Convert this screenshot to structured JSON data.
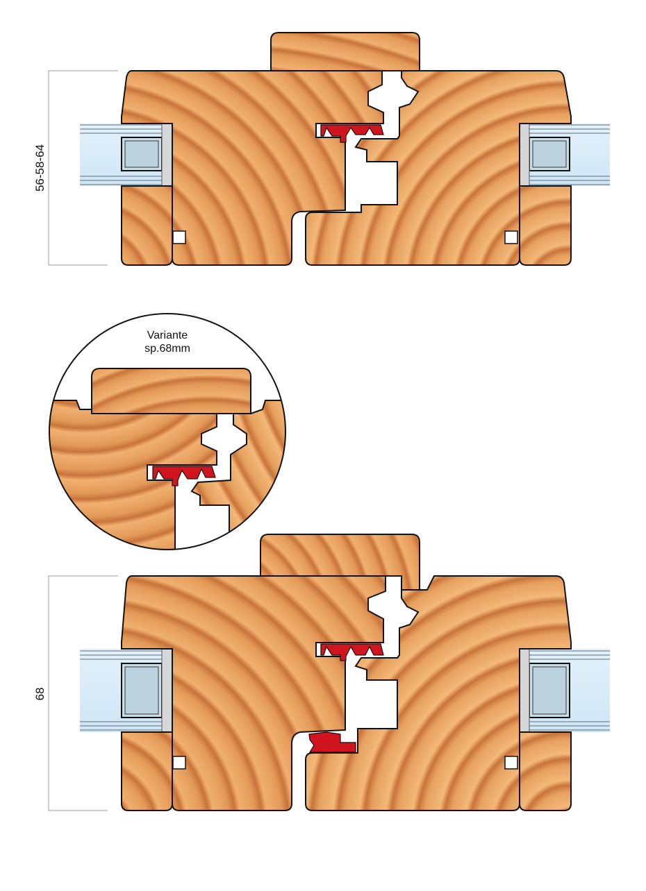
{
  "top_section": {
    "dimension_label": "56-58-64"
  },
  "detail_circle": {
    "title_line1": "Variante",
    "title_line2": "sp.68mm"
  },
  "bottom_section": {
    "dimension_label": "68"
  },
  "colors": {
    "wood_light": "#f2b676",
    "wood_dark": "#c7753c",
    "seal": "#d0151e",
    "glass": "#d6ecf8",
    "outline": "#111111"
  }
}
